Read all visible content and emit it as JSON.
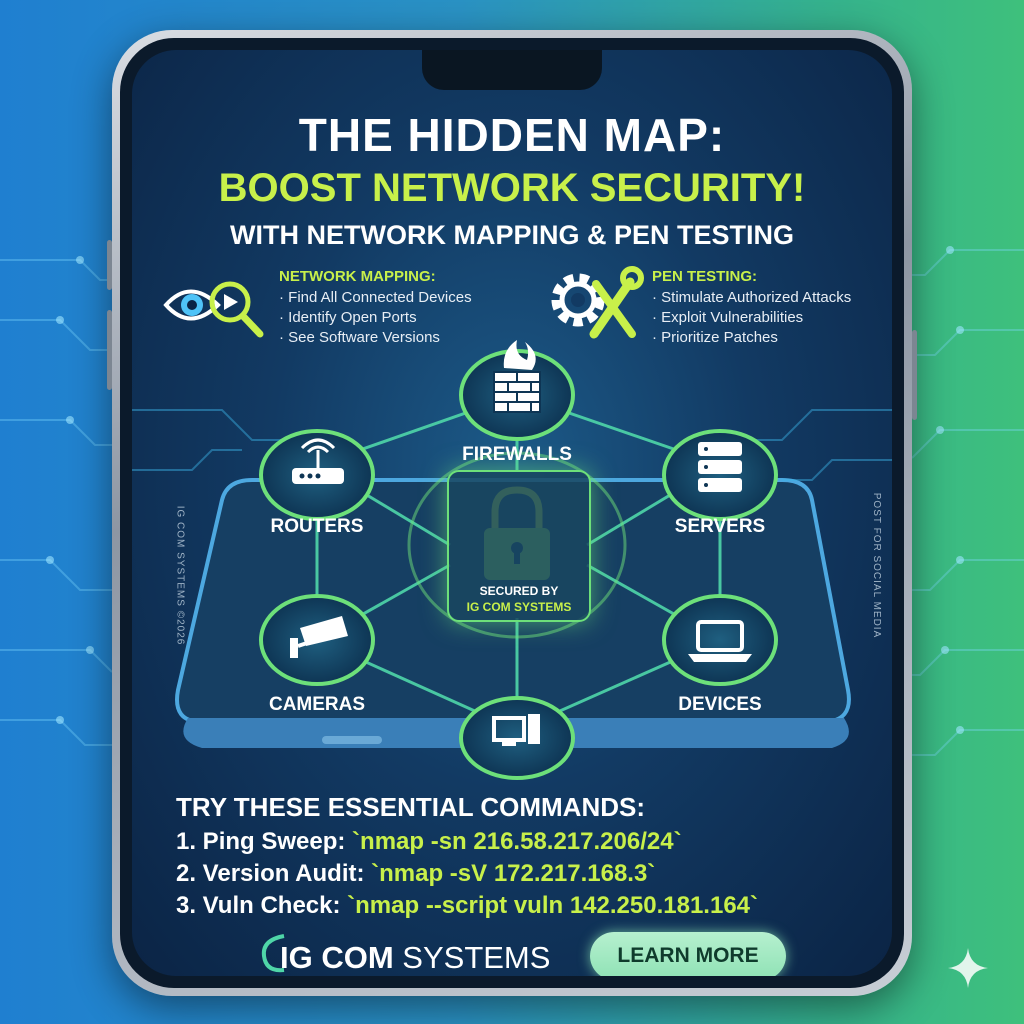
{
  "title": {
    "line1": "THE HIDDEN MAP:",
    "line2": "BOOST NETWORK SECURITY!",
    "line3": "WITH NETWORK MAPPING & PEN TESTING"
  },
  "network_mapping": {
    "icon": "eye-magnifier-icon",
    "title": "NETWORK MAPPING:",
    "items": [
      "· Find All Connected Devices",
      "· Identify Open Ports",
      "· See Software Versions"
    ]
  },
  "pen_testing": {
    "icon": "gear-wrench-icon",
    "title": "PEN TESTING:",
    "items": [
      "· Stimulate Authorized Attacks",
      "· Exploit Vulnerabilities",
      "· Prioritize Patches"
    ]
  },
  "nodes": {
    "firewalls": "FIREWALLS",
    "routers": "ROUTERS",
    "servers": "SERVERS",
    "cameras": "CAMERAS",
    "devices": "DEVICES"
  },
  "center": {
    "icon": "padlock-icon",
    "line1": "SECURED BY",
    "line2": "IG COM SYSTEMS"
  },
  "side_text": {
    "left": "IG COM SYSTEMS ©2026",
    "right": "POST FOR SOCIAL MEDIA"
  },
  "commands": {
    "heading": "TRY THESE ESSENTIAL COMMANDS:",
    "items": [
      {
        "label": "1. Ping Sweep: ",
        "code": "`nmap -sn 216.58.217.206/24`"
      },
      {
        "label": "2. Version Audit: ",
        "code": "`nmap -sV 172.217.168.3`"
      },
      {
        "label": "3. Vuln Check: ",
        "code": "`nmap --script vuln 142.250.181.164`"
      }
    ]
  },
  "brand": {
    "ig": "IG",
    "com": " COM",
    "systems": " SYSTEMS"
  },
  "cta": {
    "label": "LEARN MORE"
  },
  "colors": {
    "accent_lime": "#c8f04a",
    "glow_green": "#6de07a",
    "screen_dark": "#0b2445",
    "button_mint": "#8fe2b5"
  }
}
